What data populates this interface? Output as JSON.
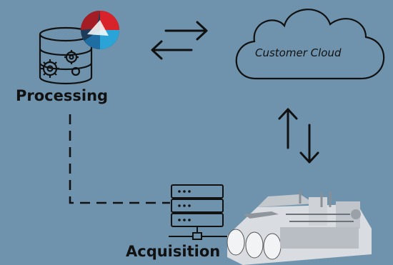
{
  "nodes": {
    "processing": {
      "label": "Processing"
    },
    "cloud": {
      "label": "Customer Cloud"
    },
    "acquisition": {
      "label": "Acquisition"
    }
  },
  "icons": {
    "processing": "database-gear-icon",
    "logo": "tricolor-sphere-logo",
    "cloud": "cloud-icon",
    "acquisition": "server-rack-icon",
    "machine": "compressor-machine-image"
  },
  "colors": {
    "background": "#6f93ad",
    "stroke": "#111111",
    "cloud_fill": "#6f93ad",
    "logo_red": "#d8232a",
    "logo_blue": "#2aa4d6",
    "logo_dark": "#1d3c5a"
  }
}
